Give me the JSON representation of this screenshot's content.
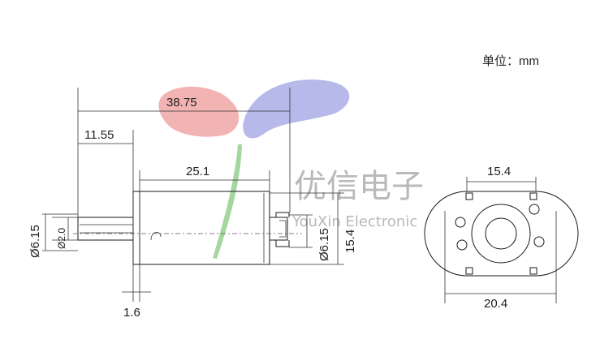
{
  "unit_label": "单位：mm",
  "watermark": {
    "chinese": "优信电子",
    "english": "YouXin Electronic"
  },
  "dimensions": {
    "total_length": "38.75",
    "shaft_length": "11.55",
    "body_length": "25.1",
    "flange_thickness": "1.6",
    "shaft_outer_diameter": "Ø6.15",
    "shaft_inner_diameter": "Ø2.0",
    "rear_boss_diameter": "Ø6.15",
    "body_height": "15.4",
    "end_flat_width": "15.4",
    "end_full_width": "20.4"
  },
  "colors": {
    "line": "#1a1a1a",
    "watermark_red": "#e58585",
    "watermark_blue": "#8a8fd8",
    "watermark_text": "#b9b9b9"
  }
}
